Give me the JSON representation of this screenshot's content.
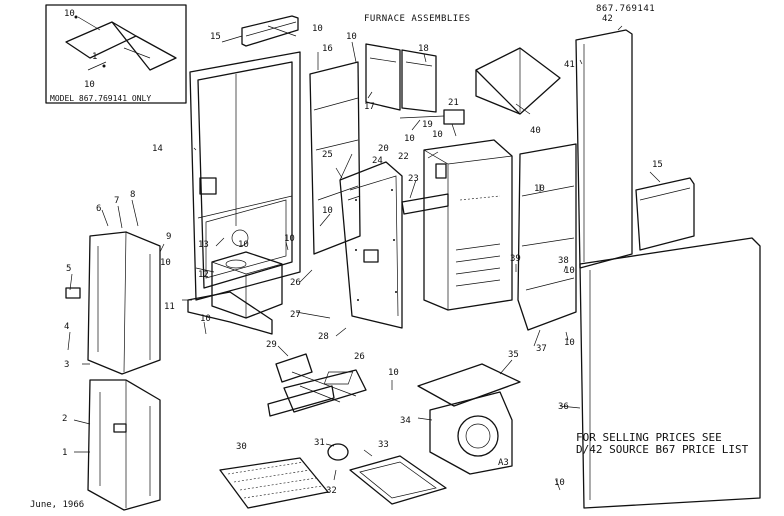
{
  "header": {
    "title": "FURNACE ASSEMBLIES",
    "model_number": "867.769141"
  },
  "inset": {
    "caption": "MODEL 867.769141 ONLY",
    "labels": [
      "10",
      "1",
      "10"
    ]
  },
  "footer": {
    "date": "June, 1966",
    "code": "A3"
  },
  "price_note": {
    "line1": "FOR SELLING PRICES SEE",
    "line2": "D/42 SOURCE B67 PRICE LIST"
  },
  "callouts": [
    "1",
    "2",
    "3",
    "4",
    "5",
    "6",
    "7",
    "8",
    "9",
    "10",
    "11",
    "12",
    "13",
    "14",
    "15",
    "16",
    "17",
    "18",
    "19",
    "20",
    "21",
    "22",
    "23",
    "24",
    "25",
    "26",
    "27",
    "28",
    "29",
    "30",
    "31",
    "32",
    "33",
    "34",
    "35",
    "36",
    "37",
    "38",
    "39",
    "40",
    "41",
    "42",
    "10",
    "10",
    "10",
    "10",
    "10",
    "10",
    "10",
    "10",
    "10",
    "10",
    "10",
    "10",
    "15",
    "26",
    "10"
  ]
}
